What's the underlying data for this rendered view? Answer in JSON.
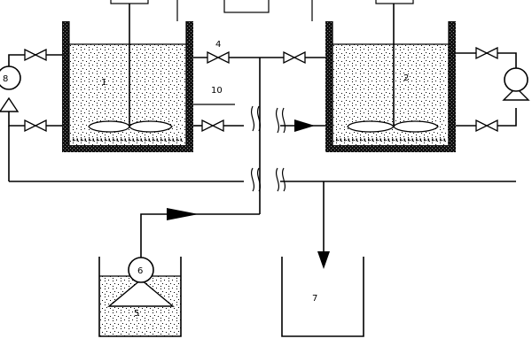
{
  "labels": {
    "tank_1": "1",
    "tank_2": "2",
    "valve_4": "4",
    "reservoir_5": "5",
    "pump_6": "6",
    "receiver_7": "7",
    "pump_8": "8",
    "sensor_10": "10"
  }
}
